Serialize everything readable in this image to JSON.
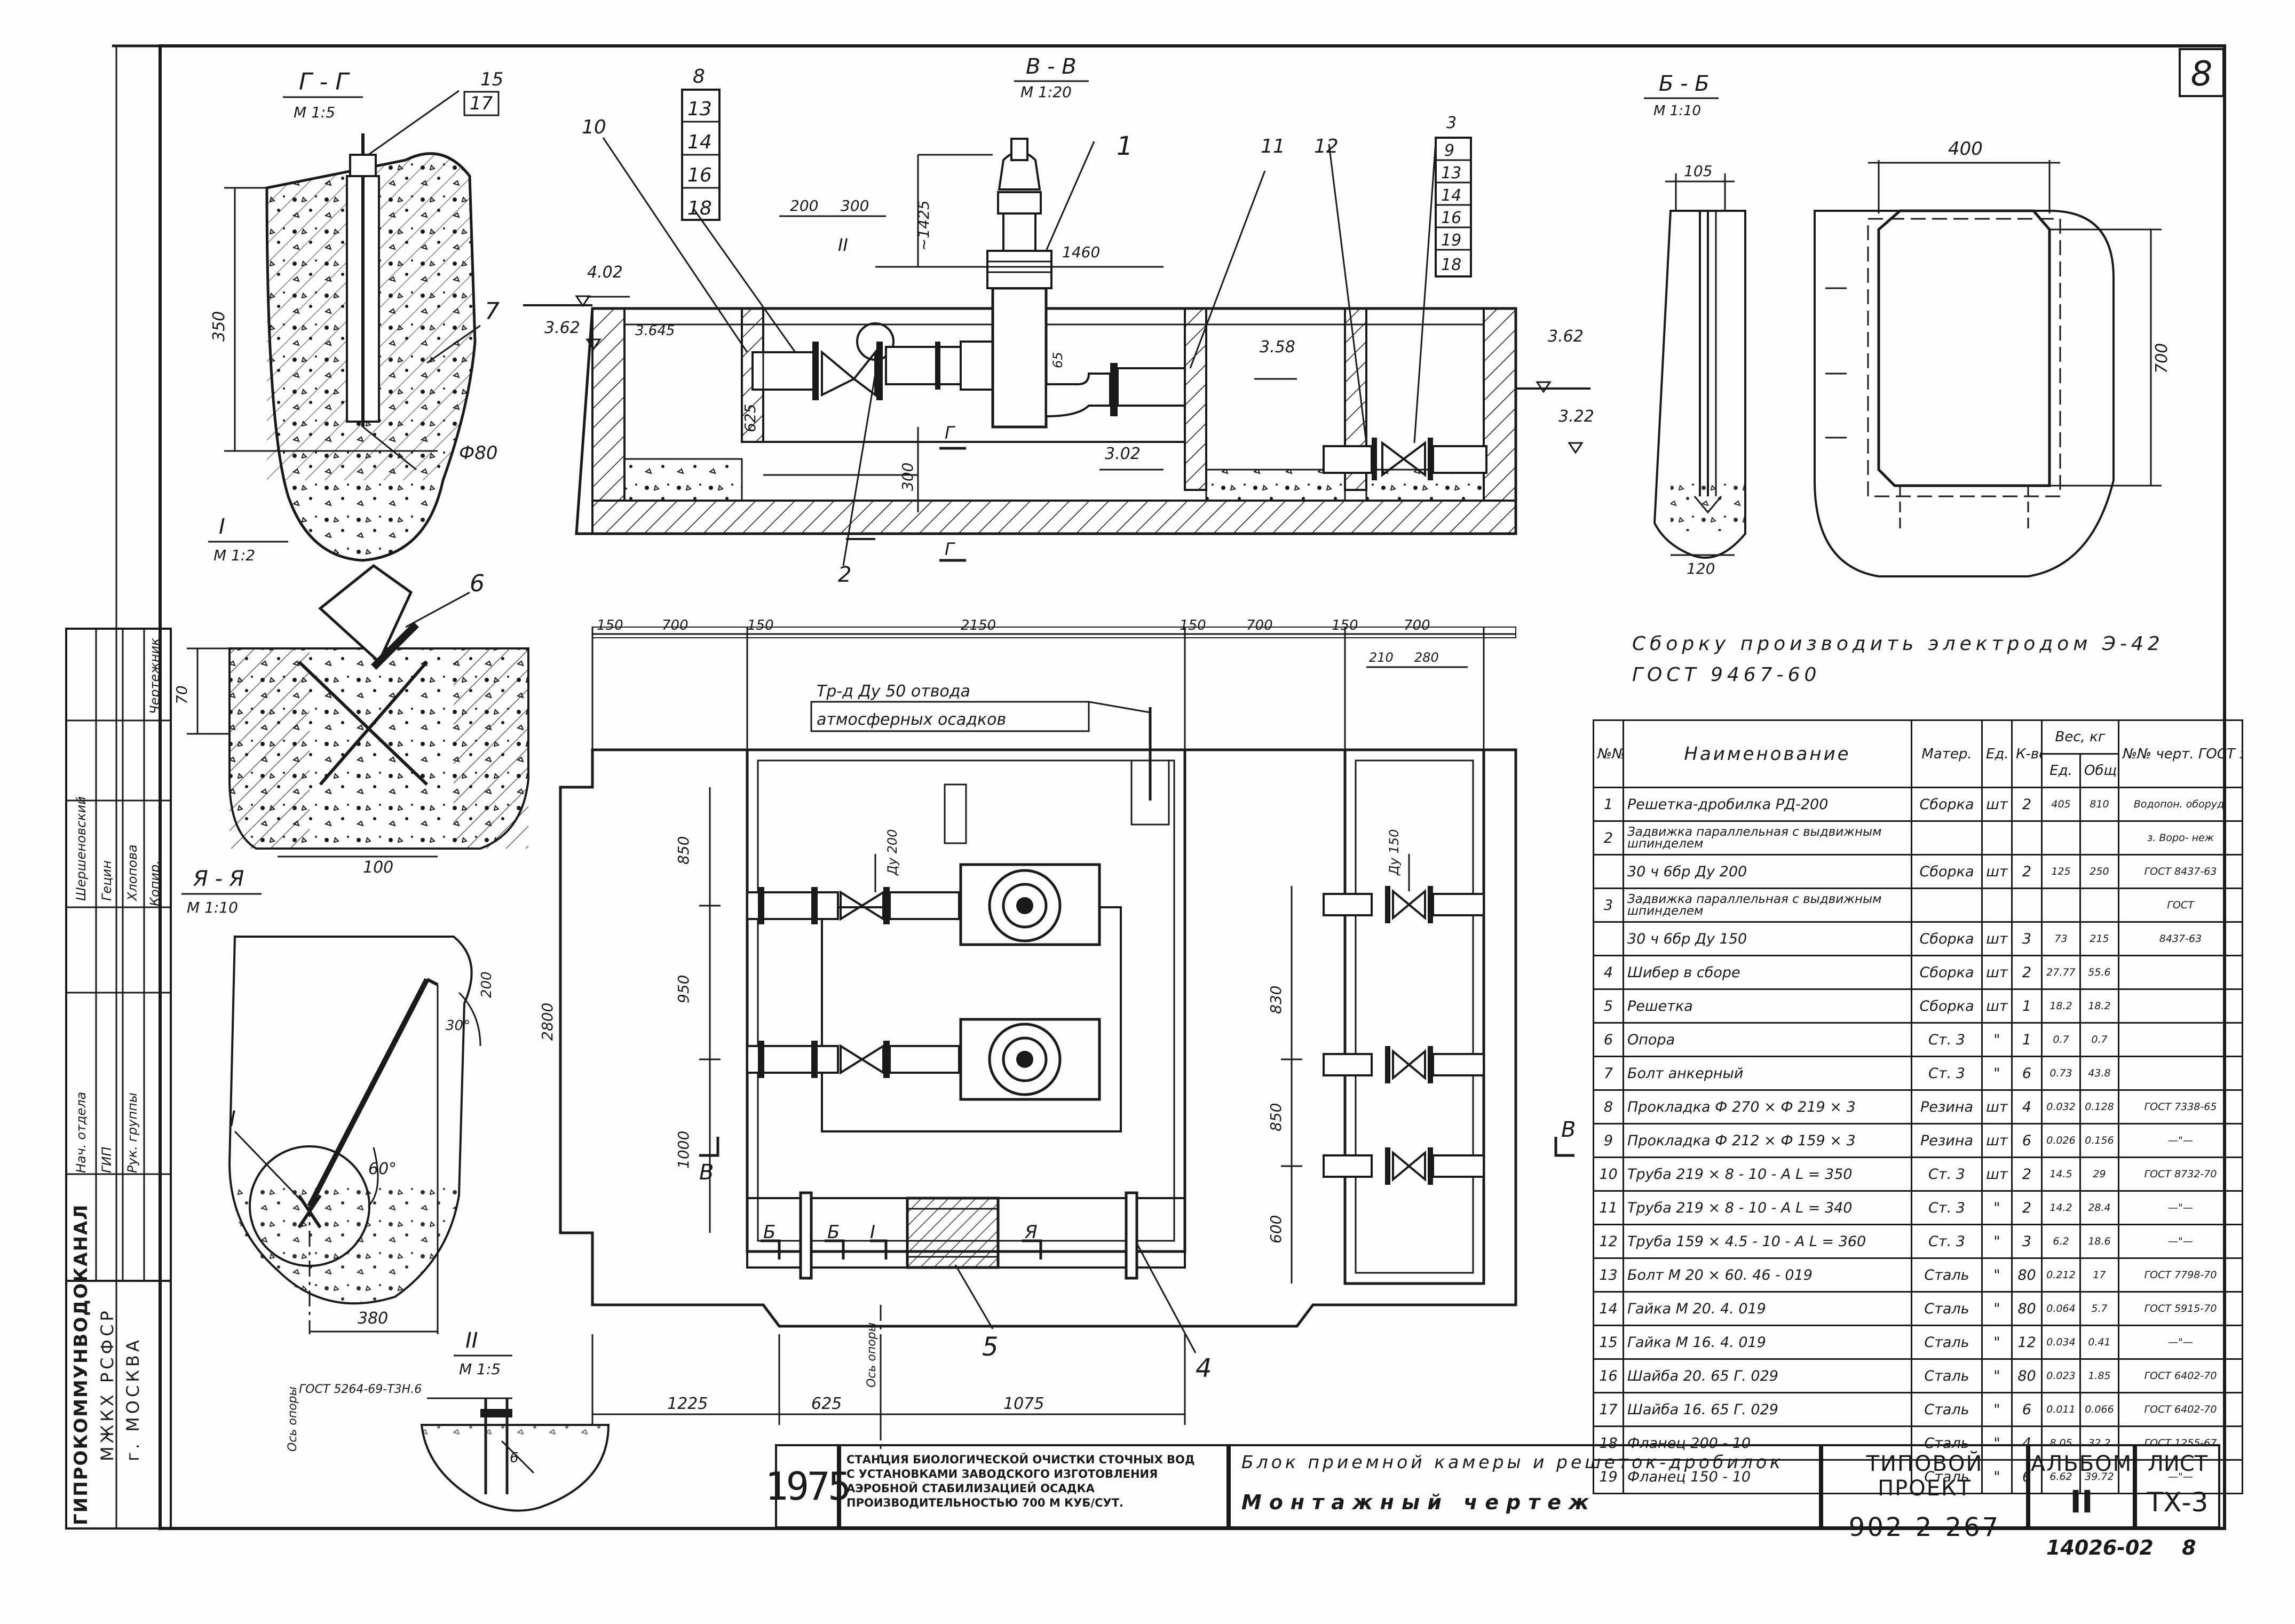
{
  "sheet_number": "8",
  "archive_number": "14026-02",
  "archive_suffix": "8",
  "views": {
    "gg": {
      "title": "Г - Г",
      "scale": "М 1:5",
      "labels": [
        "15",
        "17",
        "7"
      ],
      "dims": [
        "350",
        "Ф80"
      ]
    },
    "vv": {
      "title": "В - В",
      "scale": "М 1:20",
      "callouts": [
        "8",
        "13",
        "14",
        "16",
        "18",
        "1",
        "10",
        "11",
        "12",
        "3",
        "9",
        "13",
        "14",
        "16",
        "19",
        "18",
        "2",
        "II"
      ],
      "dims": [
        "200",
        "300",
        "~1425",
        "1460",
        "65",
        "625",
        "300",
        "Г",
        "Г"
      ],
      "levels": [
        "4.02",
        "3.62",
        "3.645",
        "3.58",
        "3.62",
        "3.22",
        "3.02"
      ]
    },
    "bb": {
      "title": "Б - Б",
      "scale": "М 1:10",
      "dims": [
        "105",
        "400",
        "700",
        "120"
      ]
    },
    "i": {
      "title": "I",
      "scale": "М 1:2",
      "labels": [
        "6"
      ],
      "dims": [
        "70",
        "100"
      ]
    },
    "yaya": {
      "title": "Я - Я",
      "scale": "М 1:10",
      "labels": [
        "I"
      ],
      "dims": [
        "200",
        "30°",
        "60°",
        "380"
      ],
      "axis_label": "Ось опоры"
    },
    "ii": {
      "title": "II",
      "scale": "М 1:5",
      "note": "ГОСТ 5264-69-Т3Н.6",
      "labels": [
        "6"
      ]
    },
    "plan": {
      "top_dims": [
        "150",
        "700",
        "150",
        "2150",
        "150",
        "700",
        "150",
        "700"
      ],
      "sub_dims": [
        "210",
        "280"
      ],
      "left_dims": [
        "850",
        "950",
        "1000",
        "2800"
      ],
      "right_dims": [
        "830",
        "850",
        "600"
      ],
      "bottom_dims": [
        "1225",
        "625",
        "1075"
      ],
      "pipe_labels": [
        "Ду 200",
        "Ду 150"
      ],
      "drain_line1": "Тр-д Ду 50 отвода",
      "drain_line2": "атмосферных осадков",
      "section_marks": [
        "Б",
        "Б",
        "I",
        "Я",
        "В",
        "В"
      ],
      "callouts": [
        "5",
        "4"
      ],
      "axis_label": "Ось опоры"
    }
  },
  "welding_note": {
    "line1": "Сборку производить электродом Э-42",
    "line2": "ГОСТ 9467-60"
  },
  "spec_table": {
    "headers": {
      "num": "№№ п/п",
      "name": "Наименование",
      "material": "Матер.",
      "unit": "Ед. изм.",
      "qty": "К-во",
      "weight": "Вес, кг",
      "weight_unit": "Ед.",
      "weight_total": "Общ.",
      "doc": "№№ черт. ГОСТ з-д изго- товит."
    },
    "rows": [
      {
        "n": "1",
        "name": "Решетка-дробилка РД-200",
        "mat": "Сборка",
        "unit": "шт",
        "qty": "2",
        "w1": "405",
        "w2": "810",
        "doc": "Водопон. оборуд."
      },
      {
        "n": "2",
        "name": "Задвижка параллельная с выдвижным шпинделем",
        "mat": "",
        "unit": "",
        "qty": "",
        "w1": "",
        "w2": "",
        "doc": "з. Воро- неж"
      },
      {
        "n": "",
        "name": "30 ч 6бр   Ду 200",
        "mat": "Сборка",
        "unit": "шт",
        "qty": "2",
        "w1": "125",
        "w2": "250",
        "doc": "ГОСТ 8437-63"
      },
      {
        "n": "3",
        "name": "Задвижка параллельная с выдвижным шпинделем",
        "mat": "",
        "unit": "",
        "qty": "",
        "w1": "",
        "w2": "",
        "doc": "ГОСТ"
      },
      {
        "n": "",
        "name": "30 ч 6бр   Ду 150",
        "mat": "Сборка",
        "unit": "шт",
        "qty": "3",
        "w1": "73",
        "w2": "215",
        "doc": "8437-63"
      },
      {
        "n": "4",
        "name": "Шибер в сборе",
        "mat": "Сборка",
        "unit": "шт",
        "qty": "2",
        "w1": "27.77",
        "w2": "55.6",
        "doc": ""
      },
      {
        "n": "5",
        "name": "Решетка",
        "mat": "Сборка",
        "unit": "шт",
        "qty": "1",
        "w1": "18.2",
        "w2": "18.2",
        "doc": ""
      },
      {
        "n": "6",
        "name": "Опора",
        "mat": "Ст. 3",
        "unit": "\"",
        "qty": "1",
        "w1": "0.7",
        "w2": "0.7",
        "doc": ""
      },
      {
        "n": "7",
        "name": "Болт анкерный",
        "mat": "Ст. 3",
        "unit": "\"",
        "qty": "6",
        "w1": "0.73",
        "w2": "43.8",
        "doc": ""
      },
      {
        "n": "8",
        "name": "Прокладка Ф 270 × Ф 219 × 3",
        "mat": "Резина",
        "unit": "шт",
        "qty": "4",
        "w1": "0.032",
        "w2": "0.128",
        "doc": "ГОСТ 7338-65"
      },
      {
        "n": "9",
        "name": "Прокладка Ф 212 × Ф 159 × 3",
        "mat": "Резина",
        "unit": "шт",
        "qty": "6",
        "w1": "0.026",
        "w2": "0.156",
        "doc": "—\"—"
      },
      {
        "n": "10",
        "name": "Труба 219 × 8 - 10 - А  L = 350",
        "mat": "Ст. 3",
        "unit": "шт",
        "qty": "2",
        "w1": "14.5",
        "w2": "29",
        "doc": "ГОСТ 8732-70"
      },
      {
        "n": "11",
        "name": "Труба 219 × 8 - 10 - А  L = 340",
        "mat": "Ст. 3",
        "unit": "\"",
        "qty": "2",
        "w1": "14.2",
        "w2": "28.4",
        "doc": "—\"—"
      },
      {
        "n": "12",
        "name": "Труба 159 × 4.5 - 10 - А  L = 360",
        "mat": "Ст. 3",
        "unit": "\"",
        "qty": "3",
        "w1": "6.2",
        "w2": "18.6",
        "doc": "—\"—"
      },
      {
        "n": "13",
        "name": "Болт М 20 × 60. 46 - 019",
        "mat": "Сталь",
        "unit": "\"",
        "qty": "80",
        "w1": "0.212",
        "w2": "17",
        "doc": "ГОСТ 7798-70"
      },
      {
        "n": "14",
        "name": "Гайка М 20. 4. 019",
        "mat": "Сталь",
        "unit": "\"",
        "qty": "80",
        "w1": "0.064",
        "w2": "5.7",
        "doc": "ГОСТ 5915-70"
      },
      {
        "n": "15",
        "name": "Гайка М 16. 4. 019",
        "mat": "Сталь",
        "unit": "\"",
        "qty": "12",
        "w1": "0.034",
        "w2": "0.41",
        "doc": "—\"—"
      },
      {
        "n": "16",
        "name": "Шайба 20. 65 Г. 029",
        "mat": "Сталь",
        "unit": "\"",
        "qty": "80",
        "w1": "0.023",
        "w2": "1.85",
        "doc": "ГОСТ 6402-70"
      },
      {
        "n": "17",
        "name": "Шайба 16. 65 Г. 029",
        "mat": "Сталь",
        "unit": "\"",
        "qty": "6",
        "w1": "0.011",
        "w2": "0.066",
        "doc": "ГОСТ 6402-70"
      },
      {
        "n": "18",
        "name": "Фланец 200 - 10",
        "mat": "Сталь",
        "unit": "\"",
        "qty": "4",
        "w1": "8.05",
        "w2": "32.2",
        "doc": "ГОСТ 1255-67"
      },
      {
        "n": "19",
        "name": "Фланец 150 - 10",
        "mat": "Сталь",
        "unit": "\"",
        "qty": "6",
        "w1": "6.62",
        "w2": "39.72",
        "doc": "—\"—"
      }
    ]
  },
  "title_block": {
    "year": "1975",
    "station_line1": "СТАНЦИЯ БИОЛОГИЧЕСКОЙ ОЧИСТКИ СТОЧНЫХ ВОД",
    "station_line2": "С УСТАНОВКАМИ ЗАВОДСКОГО ИЗГОТОВЛЕНИЯ",
    "station_line3": "АЭРОБНОЙ СТАБИЛИЗАЦИЕЙ ОСАДКА",
    "station_line4": "ПРОИЗВОДИТЕЛЬНОСТЬЮ 700 М КУБ/СУТ.",
    "block_line1": "Блок приемной камеры и решеток-дробилок",
    "block_line2": "Монтажный чертеж",
    "project_label": "ТИПОВОЙ ПРОЕКТ",
    "project_number": "902-2-267",
    "album_label": "АЛЬБОМ",
    "album_number": "II",
    "sheet_label": "ЛИСТ",
    "sheet_number": "ТХ-3"
  },
  "stamp": {
    "org_line1": "ГИПРОКОММУНВОДОКАНАЛ",
    "org_line2": "МЖКХ РСФСР",
    "org_line3": "г. МОСКВА",
    "roles": [
      "Нач. отдела",
      "ГИП",
      "Рук. группы"
    ],
    "names": [
      "Шершеновский",
      "Гецин",
      "Хлопова"
    ],
    "role_right": [
      "Копир.",
      "Чертежник"
    ]
  }
}
